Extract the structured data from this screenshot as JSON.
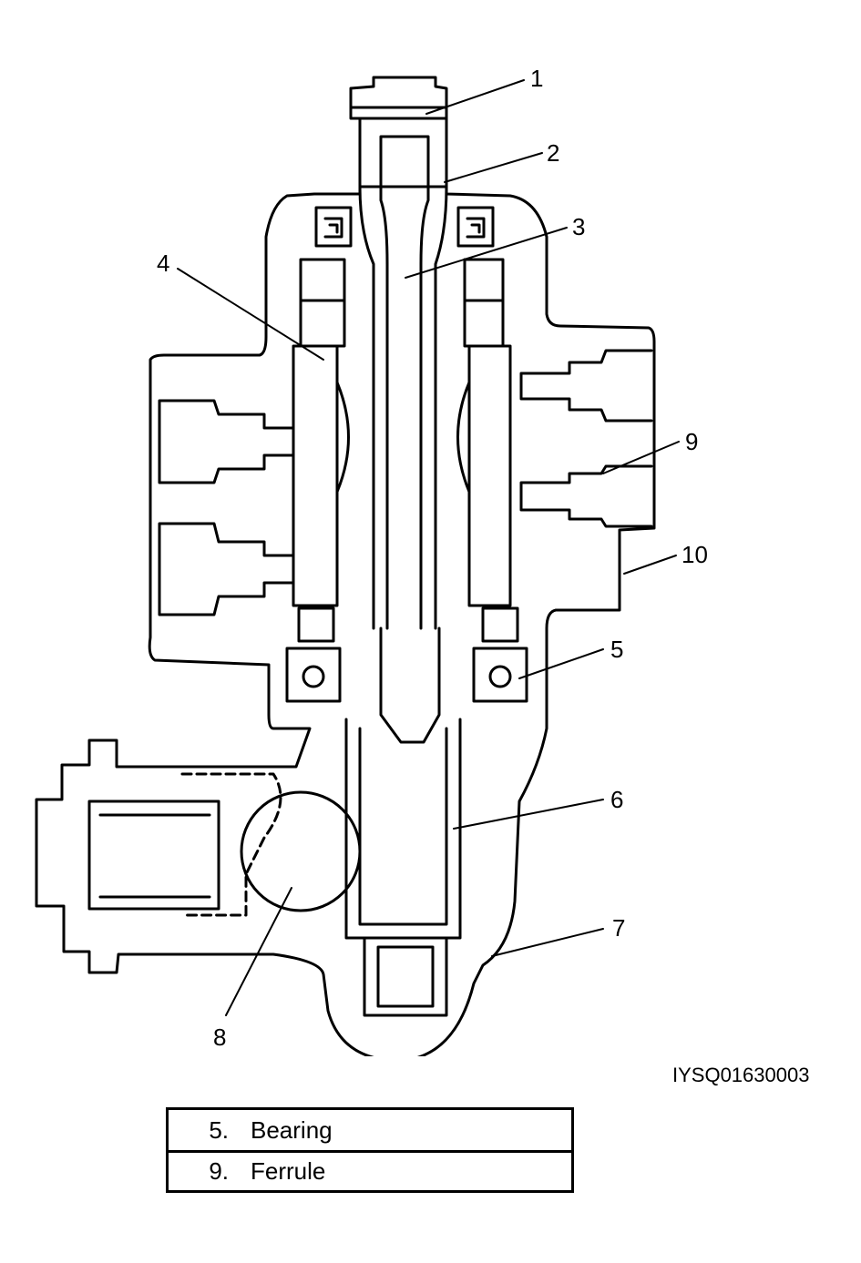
{
  "figure_id": "IYSQ01630003",
  "callouts": [
    "1",
    "2",
    "3",
    "4",
    "5",
    "6",
    "7",
    "8",
    "9",
    "10"
  ],
  "legend": [
    {
      "number": "5.",
      "name": "Bearing"
    },
    {
      "number": "9.",
      "name": "Ferrule"
    }
  ]
}
